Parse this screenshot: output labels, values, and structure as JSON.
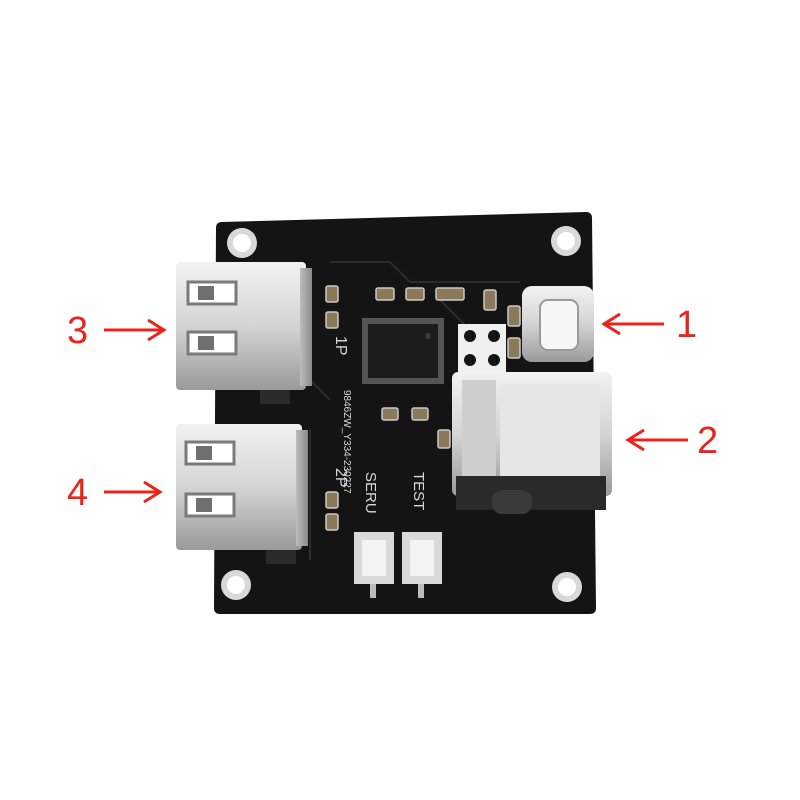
{
  "image": {
    "subject": "usb-switch-pcb-board",
    "background_color": "#ffffff",
    "board_color": "#141414",
    "annotation_color": "#e8241b"
  },
  "callouts": [
    {
      "label": "1",
      "target": "usb-c-port"
    },
    {
      "label": "2",
      "target": "usb-b-port"
    },
    {
      "label": "3",
      "target": "usb-a-port-1p"
    },
    {
      "label": "4",
      "target": "usb-a-port-2p"
    }
  ],
  "silkscreen": {
    "port1_label": "1P",
    "port2_label": "2P",
    "serial_code": "9846ZW_Y334-230227",
    "button1_label": "SERU",
    "button2_label": "TEST"
  }
}
